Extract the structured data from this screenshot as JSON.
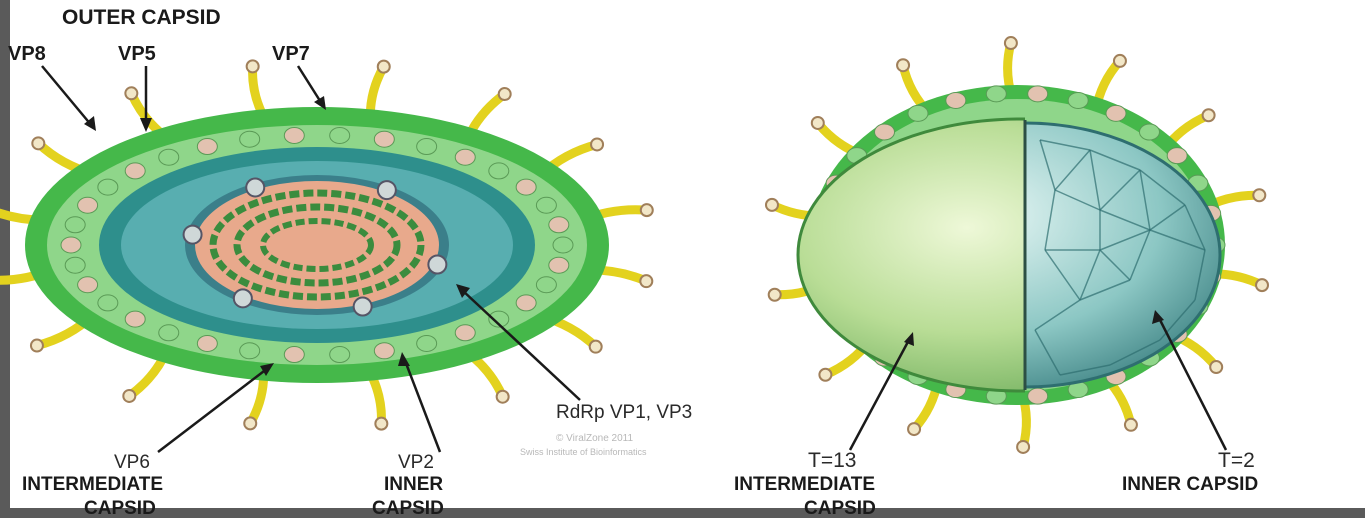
{
  "left_virion": {
    "title": "OUTER CAPSID",
    "labels": {
      "vp8": "VP8",
      "vp5": "VP5",
      "vp7": "VP7",
      "rdrp": "RdRp VP1, VP3",
      "vp6": "VP6",
      "vp6_line1": "INTERMEDIATE",
      "vp6_line2": "CAPSID",
      "vp2": "VP2",
      "vp2_line1": "INNER",
      "vp2_line2": "CAPSID"
    }
  },
  "right_virion": {
    "labels": {
      "t13": "T=13",
      "t13_line1": "INTERMEDIATE",
      "t13_line2": "CAPSID",
      "t2": "T=2",
      "t2_line1": "INNER CAPSID"
    }
  },
  "watermark": {
    "line1": "© ViralZone 2011",
    "line2": "Swiss Institute of Bioinformatics"
  },
  "colors": {
    "outer_green": "#45b84a",
    "light_green": "#8fd68a",
    "teal": "#2e8f8c",
    "inner_teal": "#58aeb0",
    "core_salmon": "#e8a98c",
    "pink_beige": "#e2c2b0",
    "spike_yellow": "#e3d21e",
    "rna_green": "#3b8c3e"
  }
}
